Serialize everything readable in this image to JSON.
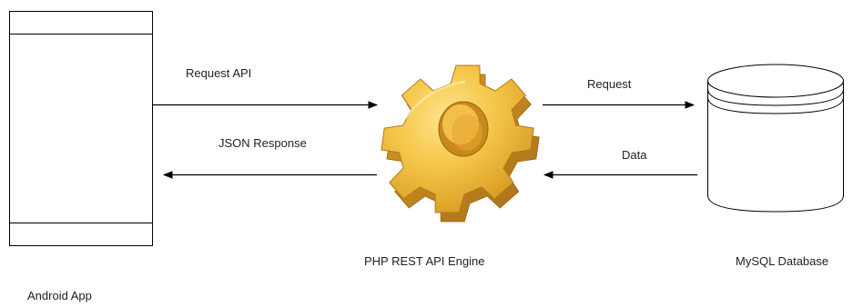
{
  "labels": {
    "request_api": "Request API",
    "json_response": "JSON Response",
    "request": "Request",
    "data": "Data",
    "engine": "PHP REST API Engine",
    "database": "MySQL Database",
    "android": "Android App"
  },
  "colors": {
    "line": "#000000",
    "gear_light": "#F6CF52",
    "gear_mid": "#E8B13A",
    "gear_dark": "#C88A1C",
    "gear_outline": "#A8731A"
  },
  "icons": {
    "engine": "gear-icon",
    "database": "database-cylinder-icon",
    "android": "phone-frame-icon"
  }
}
